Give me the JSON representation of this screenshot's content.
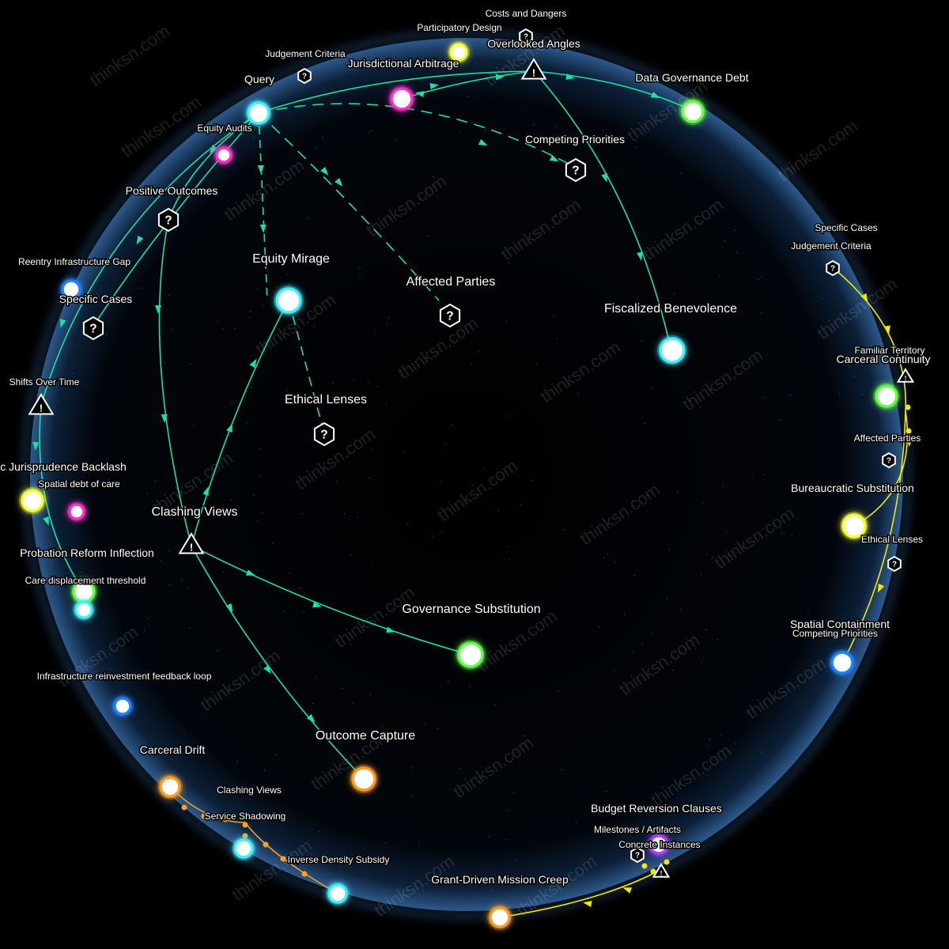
{
  "watermark": "thinksn.com",
  "colors": {
    "background": "#000000",
    "sphere_glow": "#3a6fb0",
    "edge_green": "#1fe0a0",
    "edge_yellow": "#f5e800",
    "edge_orange": "#ffa020",
    "node_cyan": "#40f0ff",
    "node_green": "#60ff40",
    "node_yellow": "#f8ff30",
    "node_orange": "#ff9a20",
    "node_magenta": "#ff30c8",
    "node_blue": "#2080ff",
    "node_purple": "#b040ff"
  },
  "nodes": {
    "query": {
      "label": "Query",
      "color": "cyan"
    },
    "equity_mirage": {
      "label": "Equity Mirage",
      "color": "cyan"
    },
    "fiscalized_benevolence": {
      "label": "Fiscalized Benevolence",
      "color": "cyan"
    },
    "data_governance_debt": {
      "label": "Data Governance Debt",
      "color": "green"
    },
    "jurisdictional_arbitrage": {
      "label": "Jurisdictional Arbitrage",
      "color": "magenta"
    },
    "participatory_design": {
      "label": "Participatory Design",
      "color": "yellow"
    },
    "equity_audits": {
      "label": "Equity Audits",
      "color": "magenta"
    },
    "reentry_gap": {
      "label": "Reentry Infrastructure Gap",
      "color": "blue"
    },
    "jurisprudence_backlash": {
      "label": "c Jurisprudence Backlash",
      "color": "yellow"
    },
    "spatial_debt": {
      "label": "Spatial debt of care",
      "color": "magenta"
    },
    "probation_reform": {
      "label": "Probation Reform Inflection",
      "color": "green"
    },
    "care_displacement": {
      "label": "Care displacement threshold",
      "color": "cyan"
    },
    "infra_reinvestment": {
      "label": "Infrastructure reinvestment feedback loop",
      "color": "blue"
    },
    "governance_substitution": {
      "label": "Governance Substitution",
      "color": "green"
    },
    "outcome_capture": {
      "label": "Outcome Capture",
      "color": "orange"
    },
    "carceral_drift": {
      "label": "Carceral Drift",
      "color": "orange"
    },
    "service_shadowing": {
      "label": "Service Shadowing",
      "color": "cyan"
    },
    "inverse_density": {
      "label": "Inverse Density Subsidy",
      "color": "cyan"
    },
    "grant_driven": {
      "label": "Grant-Driven Mission Creep",
      "color": "orange"
    },
    "budget_reversion": {
      "label": "Budget Reversion Clauses",
      "color": "purple"
    },
    "carceral_continuity": {
      "label": "Carceral Continuity",
      "color": "green"
    },
    "bureaucratic_substitution": {
      "label": "Bureaucratic Substitution",
      "color": "yellow"
    },
    "spatial_containment": {
      "label": "Spatial Containment",
      "color": "blue"
    }
  },
  "markers": {
    "costs_dangers": {
      "label": "Costs and Dangers",
      "kind": "question"
    },
    "overlooked_angles": {
      "label": "Overlooked Angles",
      "kind": "warning"
    },
    "judgement_criteria_top": {
      "label": "Judgement Criteria",
      "kind": "question"
    },
    "competing_priorities": {
      "label": "Competing Priorities",
      "kind": "question"
    },
    "positive_outcomes": {
      "label": "Positive Outcomes",
      "kind": "question"
    },
    "affected_parties": {
      "label": "Affected Parties",
      "kind": "question"
    },
    "specific_cases_left": {
      "label": "Specific Cases",
      "kind": "question"
    },
    "shifts_over_time": {
      "label": "Shifts Over Time",
      "kind": "warning"
    },
    "ethical_lenses": {
      "label": "Ethical Lenses",
      "kind": "question"
    },
    "clashing_views": {
      "label": "Clashing Views",
      "kind": "warning"
    },
    "clashing_views_small": {
      "label": "Clashing Views",
      "kind": "text"
    },
    "milestones": {
      "label": "Milestones / Artifacts",
      "kind": "question"
    },
    "concrete_instances": {
      "label": "Concrete Instances",
      "kind": "warning"
    },
    "specific_cases_right": {
      "label": "Specific Cases",
      "kind": "text"
    },
    "judgement_criteria_right": {
      "label": "Judgement Criteria",
      "kind": "question"
    },
    "familiar_territory": {
      "label": "Familiar Territory",
      "kind": "warning"
    },
    "affected_parties_right": {
      "label": "Affected Parties",
      "kind": "question"
    },
    "ethical_lenses_right": {
      "label": "Ethical Lenses",
      "kind": "question"
    },
    "competing_priorities_right": {
      "label": "Competing Priorities",
      "kind": "text"
    }
  }
}
